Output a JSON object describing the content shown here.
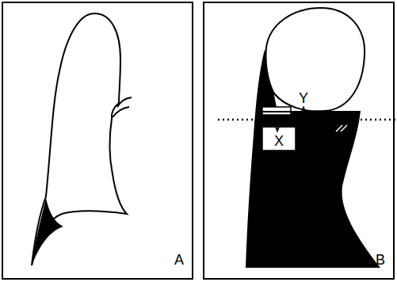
{
  "diagram": {
    "labels": [
      "Y",
      "X",
      "A",
      "B"
    ]
  }
}
